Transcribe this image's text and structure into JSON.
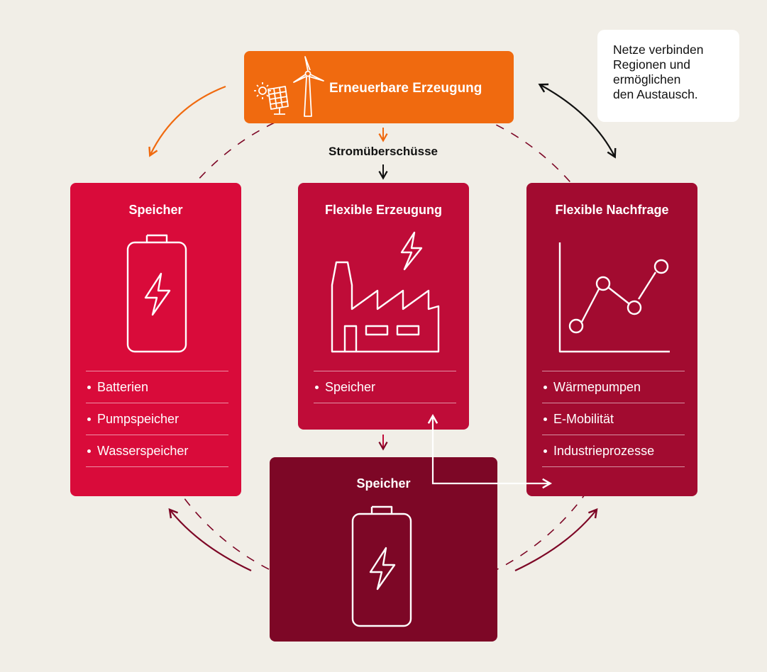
{
  "renewable": {
    "title": "Erneuerbare Erzeugung",
    "icons": [
      "solar-panel-icon",
      "wind-turbine-icon"
    ]
  },
  "surplus_label": "Stromüberschüsse",
  "callout": {
    "text_lines": [
      "Netze verbinden",
      "Regionen und",
      "ermöglichen",
      "den Austausch."
    ]
  },
  "storage_left": {
    "title": "Speicher",
    "icon": "battery-icon",
    "items": [
      "Batterien",
      "Pumpspeicher",
      "Wasserspeicher"
    ]
  },
  "flexible_generation": {
    "title": "Flexible Erzeugung",
    "icon": "factory-icon",
    "items": [
      "Speicher"
    ]
  },
  "flexible_demand": {
    "title": "Flexible Nachfrage",
    "icon": "line-chart-icon",
    "items": [
      "Wärmepumpen",
      "E-Mobilität",
      "Industrieprozesse"
    ]
  },
  "storage_bottom": {
    "title": "Speicher",
    "icon": "battery-icon"
  },
  "colors": {
    "background": "#f1eee7",
    "renewable": "#f06a0f",
    "storage_left": "#d90b3a",
    "flexible_generation": "#bf0c38",
    "flexible_demand": "#a20b30",
    "storage_bottom": "#7d0726",
    "cycle_dashes": "#7d0726"
  }
}
